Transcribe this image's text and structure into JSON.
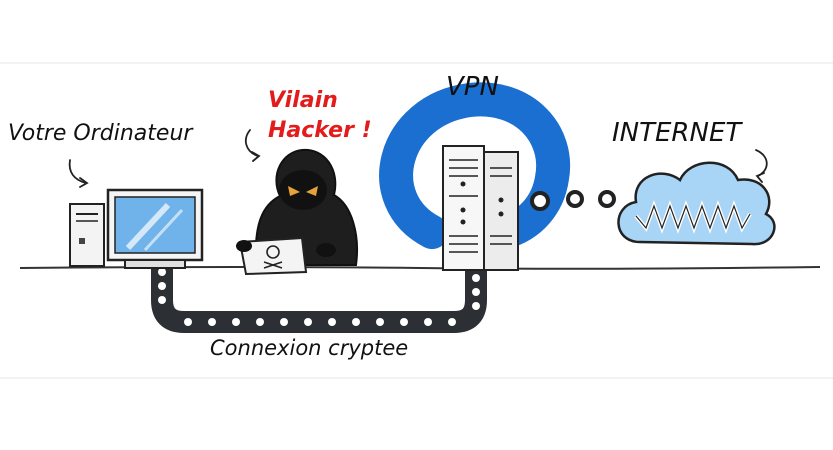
{
  "labels": {
    "computer": "Votre Ordinateur",
    "hacker_line1": "Vilain",
    "hacker_line2": "Hacker !",
    "vpn": "VPN",
    "internet": "INTERNET",
    "tunnel": "Connexion cryptee"
  },
  "icons": {
    "hacker_laptop_symbol": "skull-crossbones",
    "cloud_text": "WWW"
  },
  "colors": {
    "hacker_label": "#e31b1b",
    "vpn_arc": "#1a6fd1",
    "cloud": "#a8d4f5",
    "tunnel": "#2c2f33",
    "screen": "#6fb3ea"
  }
}
